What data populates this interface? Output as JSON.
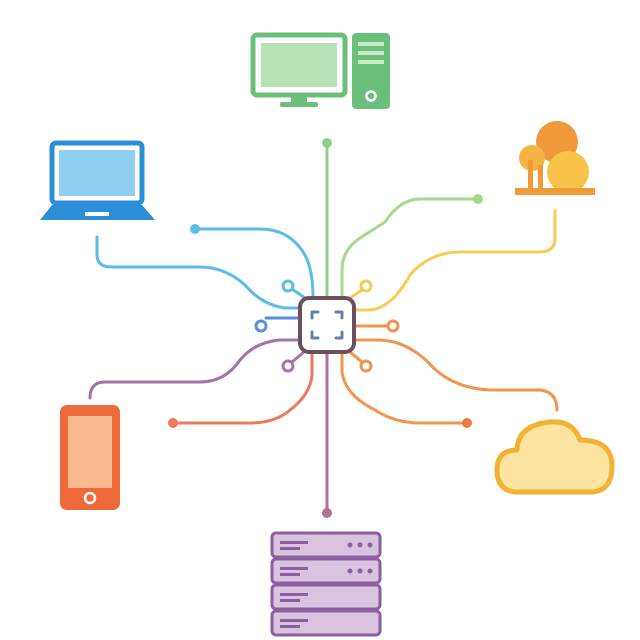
{
  "diagram": {
    "hub_icon": "chip-hub-icon",
    "nodes": [
      {
        "id": "desktop",
        "icon": "desktop-computer-icon",
        "color": "#6cbf7a"
      },
      {
        "id": "laptop",
        "icon": "laptop-icon",
        "color": "#2a8fd6"
      },
      {
        "id": "trees",
        "icon": "trees-icon",
        "color": "#f2a23a"
      },
      {
        "id": "phone",
        "icon": "smartphone-icon",
        "color": "#ee6a3a"
      },
      {
        "id": "cloud",
        "icon": "cloud-icon",
        "color": "#f2b233"
      },
      {
        "id": "server",
        "icon": "server-rack-icon",
        "color": "#8b5fa0"
      }
    ],
    "colors": {
      "green": "#8fce8a",
      "blue": "#5bbde6",
      "yellow": "#f5cc55",
      "orange": "#f09450",
      "red_orange": "#ec7a5a",
      "purple": "#a673a9",
      "hub_border": "#6b4f5f"
    }
  }
}
